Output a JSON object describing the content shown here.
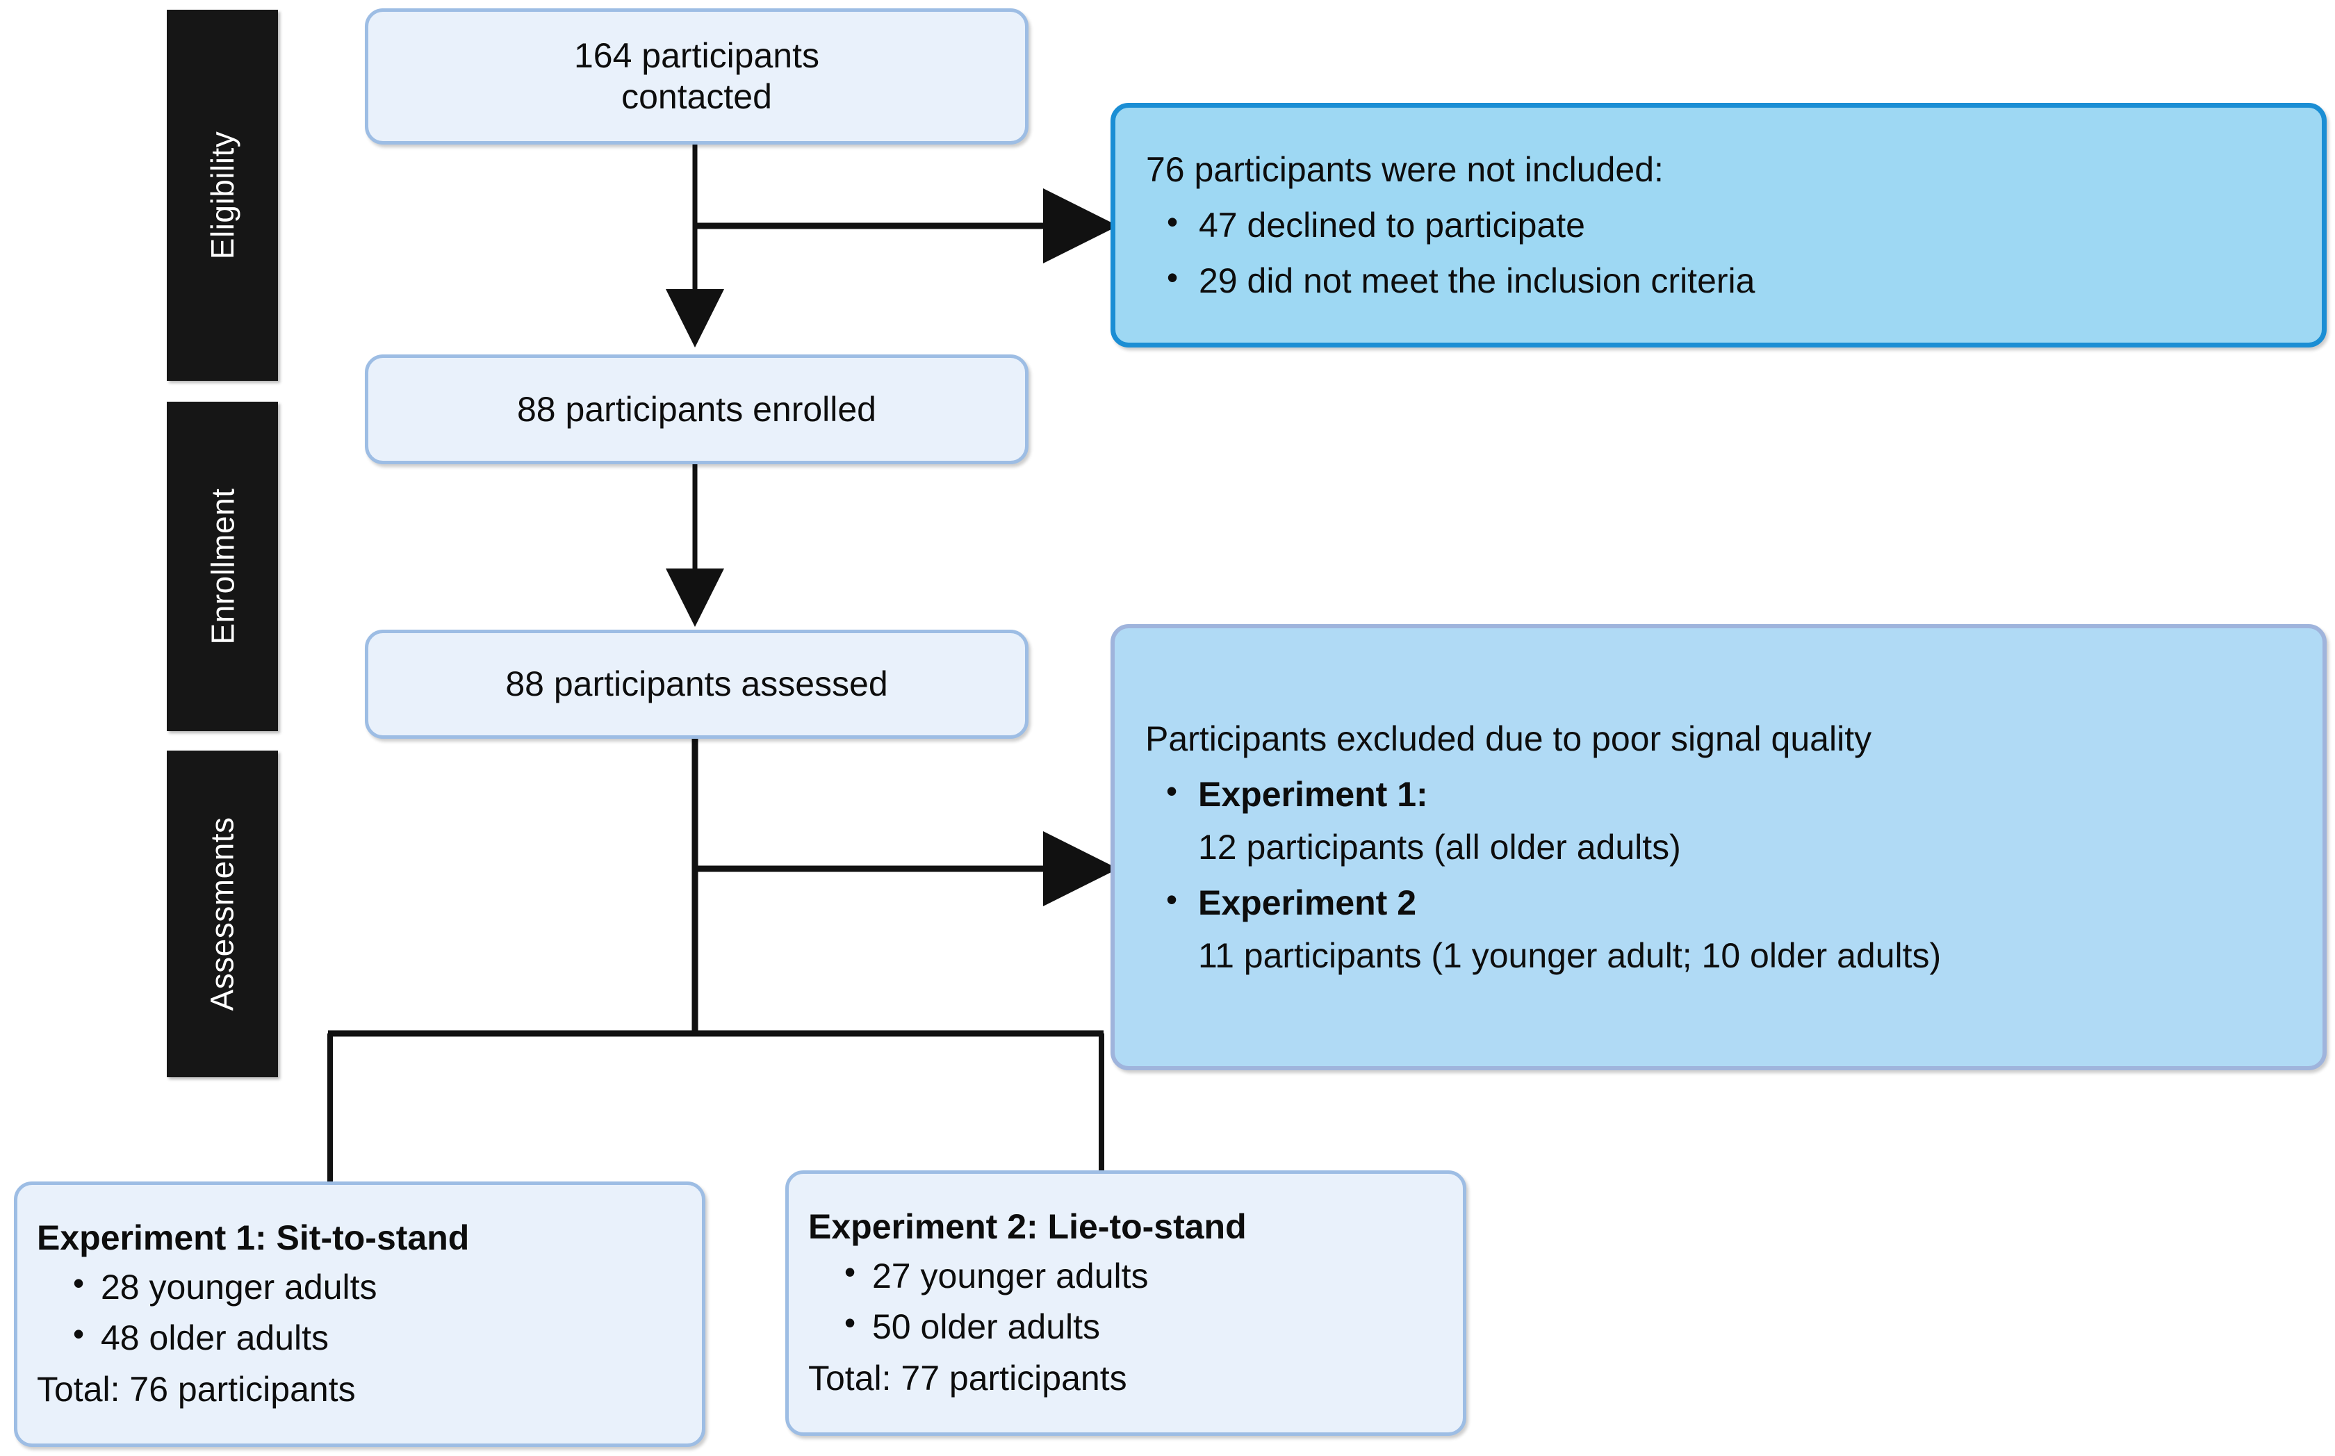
{
  "figure": {
    "type": "participant-flow-diagram",
    "colors": {
      "phase_block_bg": "#161616",
      "phase_label_text": "#ffffff",
      "light_node_fill": "#e9f1fb",
      "light_node_border": "#9dbde4",
      "strong_blue_fill": "#9ed8f3",
      "strong_blue_border": "#1b8ed4",
      "soft_blue_fill": "#b0daf5",
      "soft_blue_border": "#9fb4dc",
      "connector": "#111111",
      "background": "#ffffff"
    }
  },
  "phases": [
    {
      "label": "Eligibility"
    },
    {
      "label": "Enrollment"
    },
    {
      "label": "Assessments"
    }
  ],
  "nodes": {
    "contacted": {
      "text": "164 participants\ncontacted"
    },
    "enrolled": {
      "text": "88 participants enrolled"
    },
    "assessed": {
      "text": "88 participants assessed"
    }
  },
  "exclusions": {
    "eligibility": {
      "heading": "76 participants were not included:",
      "items": [
        "47 declined to participate",
        "29 did not meet the inclusion criteria"
      ]
    },
    "signal_quality": {
      "heading": "Participants excluded due to poor signal quality",
      "items": [
        {
          "label": "Experiment 1:",
          "detail": "12 participants (all older adults)"
        },
        {
          "label": "Experiment 2",
          "detail": "11 participants (1 younger adult; 10 older adults)"
        }
      ]
    }
  },
  "experiments": [
    {
      "title": "Experiment 1: Sit-to-stand",
      "groups": [
        "28 younger adults",
        "48 older adults"
      ],
      "total": "Total: 76 participants"
    },
    {
      "title": "Experiment 2: Lie-to-stand",
      "groups": [
        "27 younger adults",
        "50 older adults"
      ],
      "total": "Total: 77 participants"
    }
  ],
  "chart_data": {
    "type": "flow",
    "title": "Participant flow",
    "stages": [
      {
        "stage": "Contacted",
        "n": 164
      },
      {
        "stage": "Not included",
        "n": 76,
        "breakdown": [
          {
            "reason": "Declined to participate",
            "n": 47
          },
          {
            "reason": "Did not meet the inclusion criteria",
            "n": 29
          }
        ]
      },
      {
        "stage": "Enrolled",
        "n": 88
      },
      {
        "stage": "Assessed",
        "n": 88
      },
      {
        "stage": "Excluded for poor signal quality",
        "breakdown": [
          {
            "experiment": "Experiment 1",
            "n": 12,
            "note": "all older adults"
          },
          {
            "experiment": "Experiment 2",
            "n": 11,
            "note": "1 younger adult; 10 older adults"
          }
        ]
      },
      {
        "stage": "Experiment 1: Sit-to-stand",
        "n": 76,
        "younger": 28,
        "older": 48
      },
      {
        "stage": "Experiment 2: Lie-to-stand",
        "n": 77,
        "younger": 27,
        "older": 50
      }
    ]
  }
}
